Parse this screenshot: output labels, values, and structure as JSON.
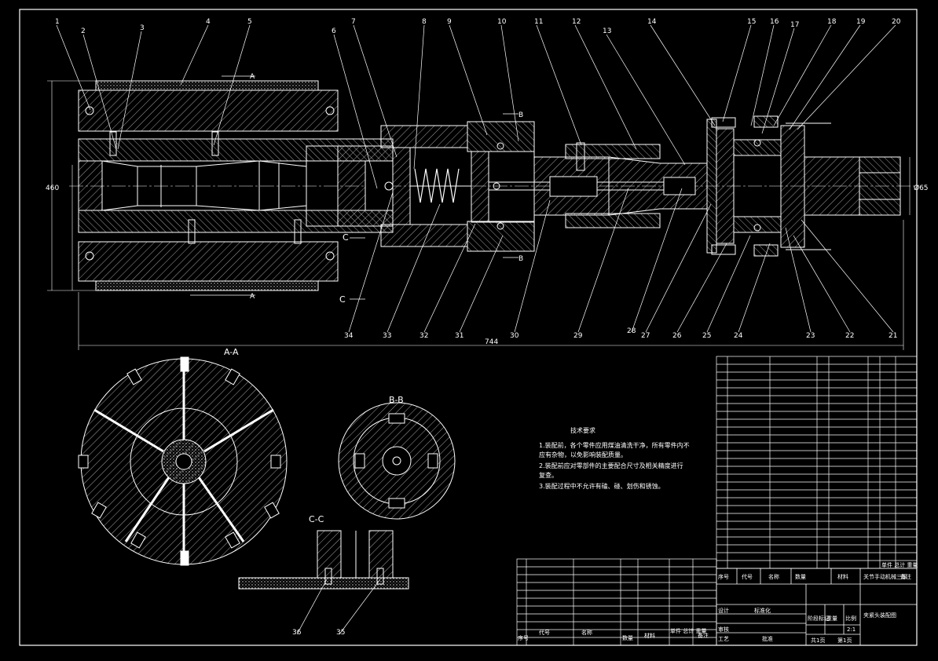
{
  "drawing": {
    "section_labels": {
      "aa": "A-A",
      "bb": "B-B",
      "cc": "C-C",
      "a_mark": "A",
      "b_mark": "B",
      "c_mark": "C"
    },
    "dimensions": {
      "overall_length": "744",
      "height": "460",
      "bore": "Ø65"
    },
    "balloons_top": [
      "1",
      "2",
      "3",
      "4",
      "5",
      "6",
      "7",
      "8",
      "9",
      "10",
      "11",
      "12",
      "13",
      "14",
      "15",
      "16",
      "17",
      "18",
      "19",
      "20"
    ],
    "balloons_bottom": [
      "34",
      "33",
      "32",
      "31",
      "30",
      "29",
      "28",
      "27",
      "26",
      "25",
      "24",
      "23",
      "22",
      "21"
    ],
    "balloons_cc": [
      "36",
      "35"
    ],
    "tech_requirements": {
      "title": "技术要求",
      "lines": [
        "1.装配前，各个零件应用煤油清洗干净，所有零件内不",
        "应有杂物，以免影响装配质量。",
        "2.装配前应对零部件的主要配合尺寸及相关精度进行",
        "复查。",
        "3.装配过程中不允许有磕、碰、划伤和锈蚀。"
      ]
    },
    "title_block": {
      "title_main": "关节手动机械三级",
      "drawing_name": "夹紧头装配图",
      "scale_label": "比例",
      "scale": "2:1",
      "sheets_total": "共1页",
      "sheet_no": "第1页",
      "weight_label": "重量",
      "stage_label": "阶段标记",
      "designer_label": "设计",
      "audit_label": "审核",
      "process_label": "工艺",
      "approve_label": "批准",
      "std_label": "标准化",
      "header_cols": [
        "序号",
        "代号",
        "名称",
        "数量",
        "材料",
        "单件 总计 重量",
        "备注"
      ]
    }
  }
}
